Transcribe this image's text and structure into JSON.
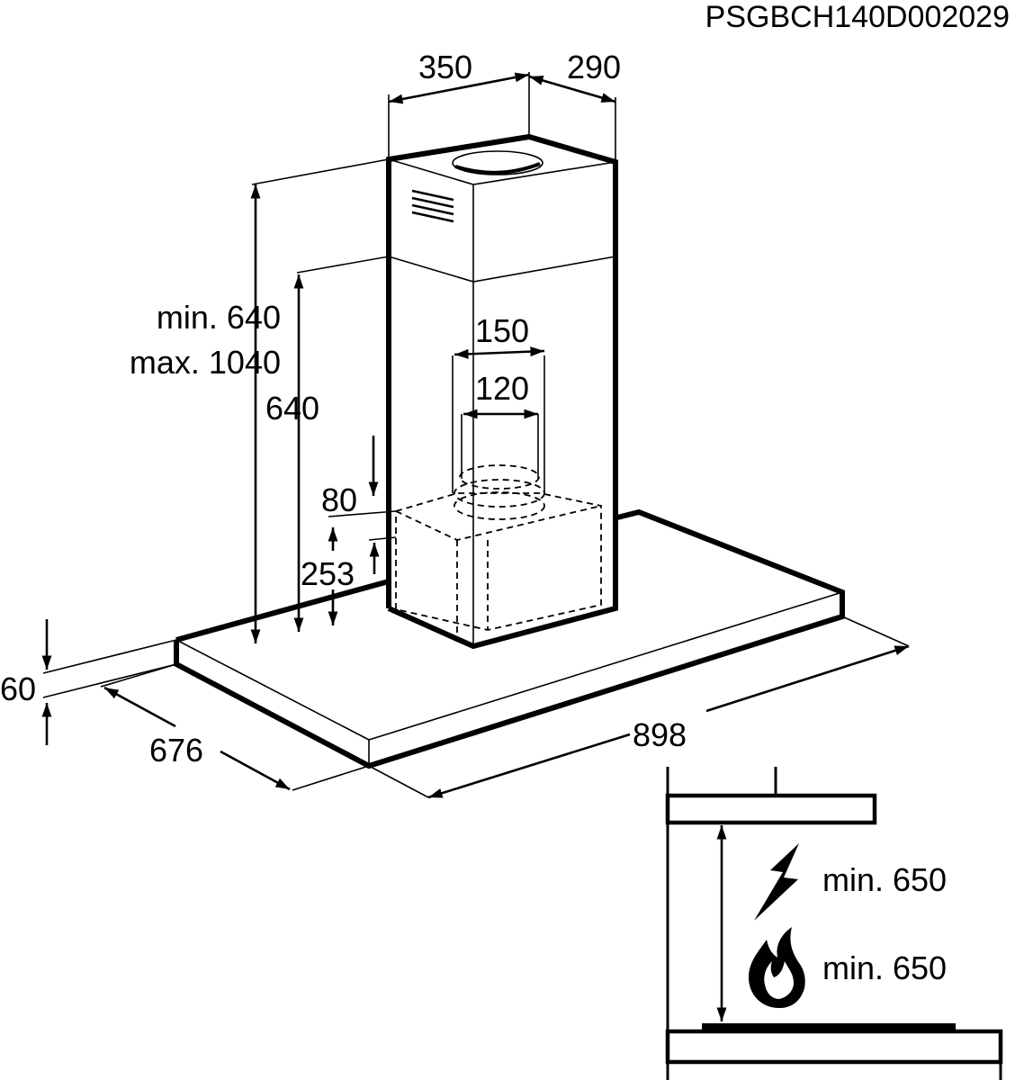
{
  "code": "PSGBCH140D002029",
  "dims": {
    "chimney_width": "350",
    "chimney_depth": "290",
    "total_height_min": "min. 640",
    "total_height_max": "max. 1040",
    "chimney_height": "640",
    "outlet_outer": "150",
    "outlet_inner": "120",
    "motor_offset": "80",
    "motor_height": "253",
    "canopy_thickness": "60",
    "canopy_depth": "676",
    "canopy_width": "898"
  },
  "clearance": {
    "electric_label": "min. 650",
    "gas_label": "min. 650",
    "electric_icon": "lightning-icon",
    "gas_icon": "flame-icon"
  }
}
